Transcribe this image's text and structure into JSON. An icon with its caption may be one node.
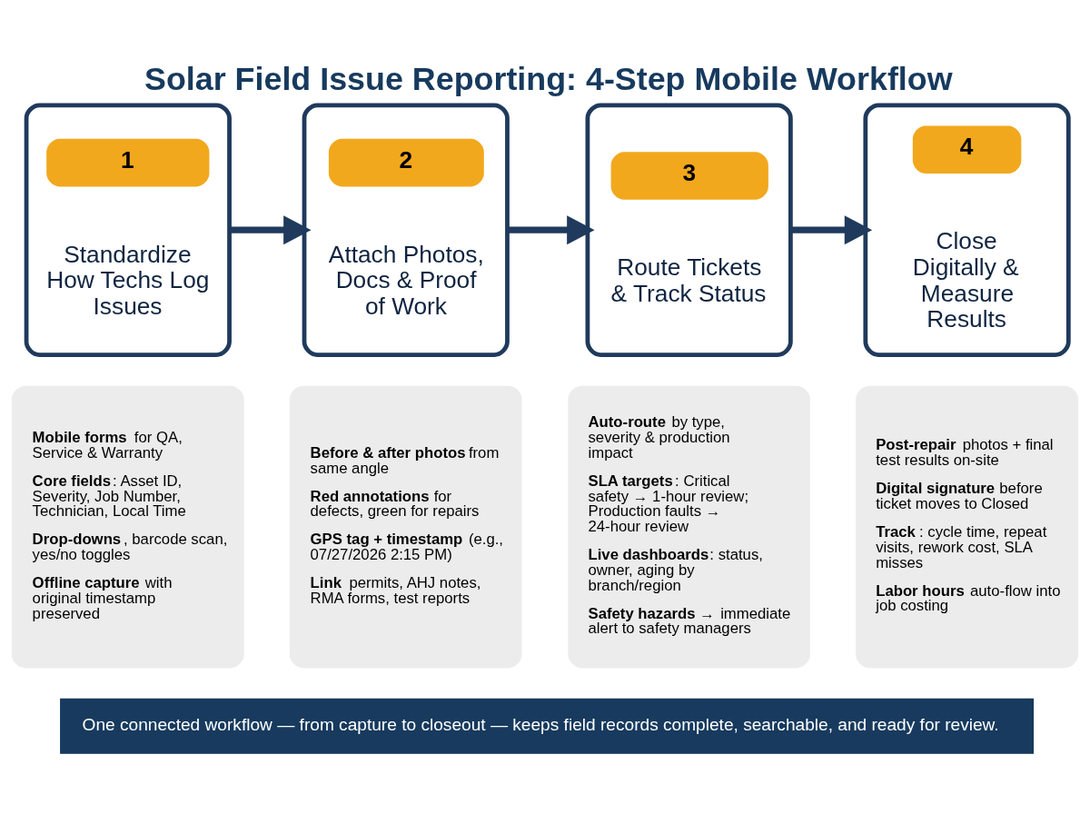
{
  "diagram": {
    "title": "Solar Field Issue Reporting: 4-Step Mobile Workflow",
    "nodes": [
      {
        "text": [
          "1",
          "Standardize How Techs Log Issues"
        ]
      },
      {
        "text": [
          "2",
          "Attach Photos, Docs & Proof of Work"
        ]
      },
      {
        "text": [
          "3",
          "Route Tickets & Track Status"
        ]
      },
      {
        "text": [
          "4",
          "Close Digitally & Measure Results"
        ]
      },
      {
        "text": [
          "**Mobile forms** for QA, Service & Warranty",
          "**Core fields**: Asset ID, Severity, Job Number, Technician, Local Time",
          "**Drop-downs**, barcode scan, yes/no toggles",
          "**Offline capture** with original timestamp preserved"
        ]
      },
      {
        "text": [
          "**Before & after photos** from same angle",
          "**Red annotations** for defects, green for repairs",
          "**GPS tag + timestamp** (e.g., 07/27/2026 2:15 PM)",
          "**Link** permits, AHJ notes, RMA forms, test reports"
        ]
      },
      {
        "text": [
          "**Auto-route** by type, severity & production impact",
          "**SLA targets**: Critical safety → 1-hour review; Production faults → 24-hour review",
          "**Live dashboards**: status, owner, aging by branch/region",
          "**Safety hazards →** immediate alert to safety managers"
        ]
      },
      {
        "text": [
          "**Post-repair** photos + final test results on-site",
          "**Digital signature** before ticket moves to Closed",
          "**Track**: cycle time, repeat visits, rework cost, SLA misses",
          "**Labor hours** auto-flow into job costing"
        ]
      },
      {
        "text": [
          "One connected workflow — from capture to closeout — keeps field records complete, searchable, and ready for review."
        ]
      }
    ],
    "edges": [
      {
        "from": 0,
        "to": 1,
        "arrow": "to"
      },
      {
        "from": 1,
        "to": 2,
        "arrow": "to"
      },
      {
        "from": 2,
        "to": 3,
        "arrow": "to"
      }
    ]
  }
}
